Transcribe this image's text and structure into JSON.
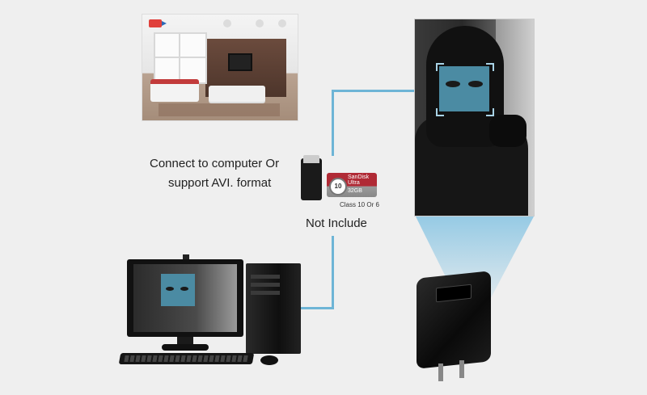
{
  "text": {
    "connect_line1": "Connect to computer Or",
    "connect_line2": "support AVI. format",
    "class_label": "Class 10 Or 6",
    "not_include": "Not Include",
    "sd_brand": "SanDisk",
    "sd_series": "Ultra",
    "sd_capacity": "32GB",
    "sd_class": "10"
  },
  "colors": {
    "background": "#efefef",
    "connector_line": "#6eb5d6",
    "face_highlight": "#4b8ba3"
  },
  "icons": [
    "living-room-photo",
    "camera-icon",
    "burglar-photo",
    "card-reader",
    "microsd-card",
    "desktop-computer",
    "charger-camera"
  ]
}
